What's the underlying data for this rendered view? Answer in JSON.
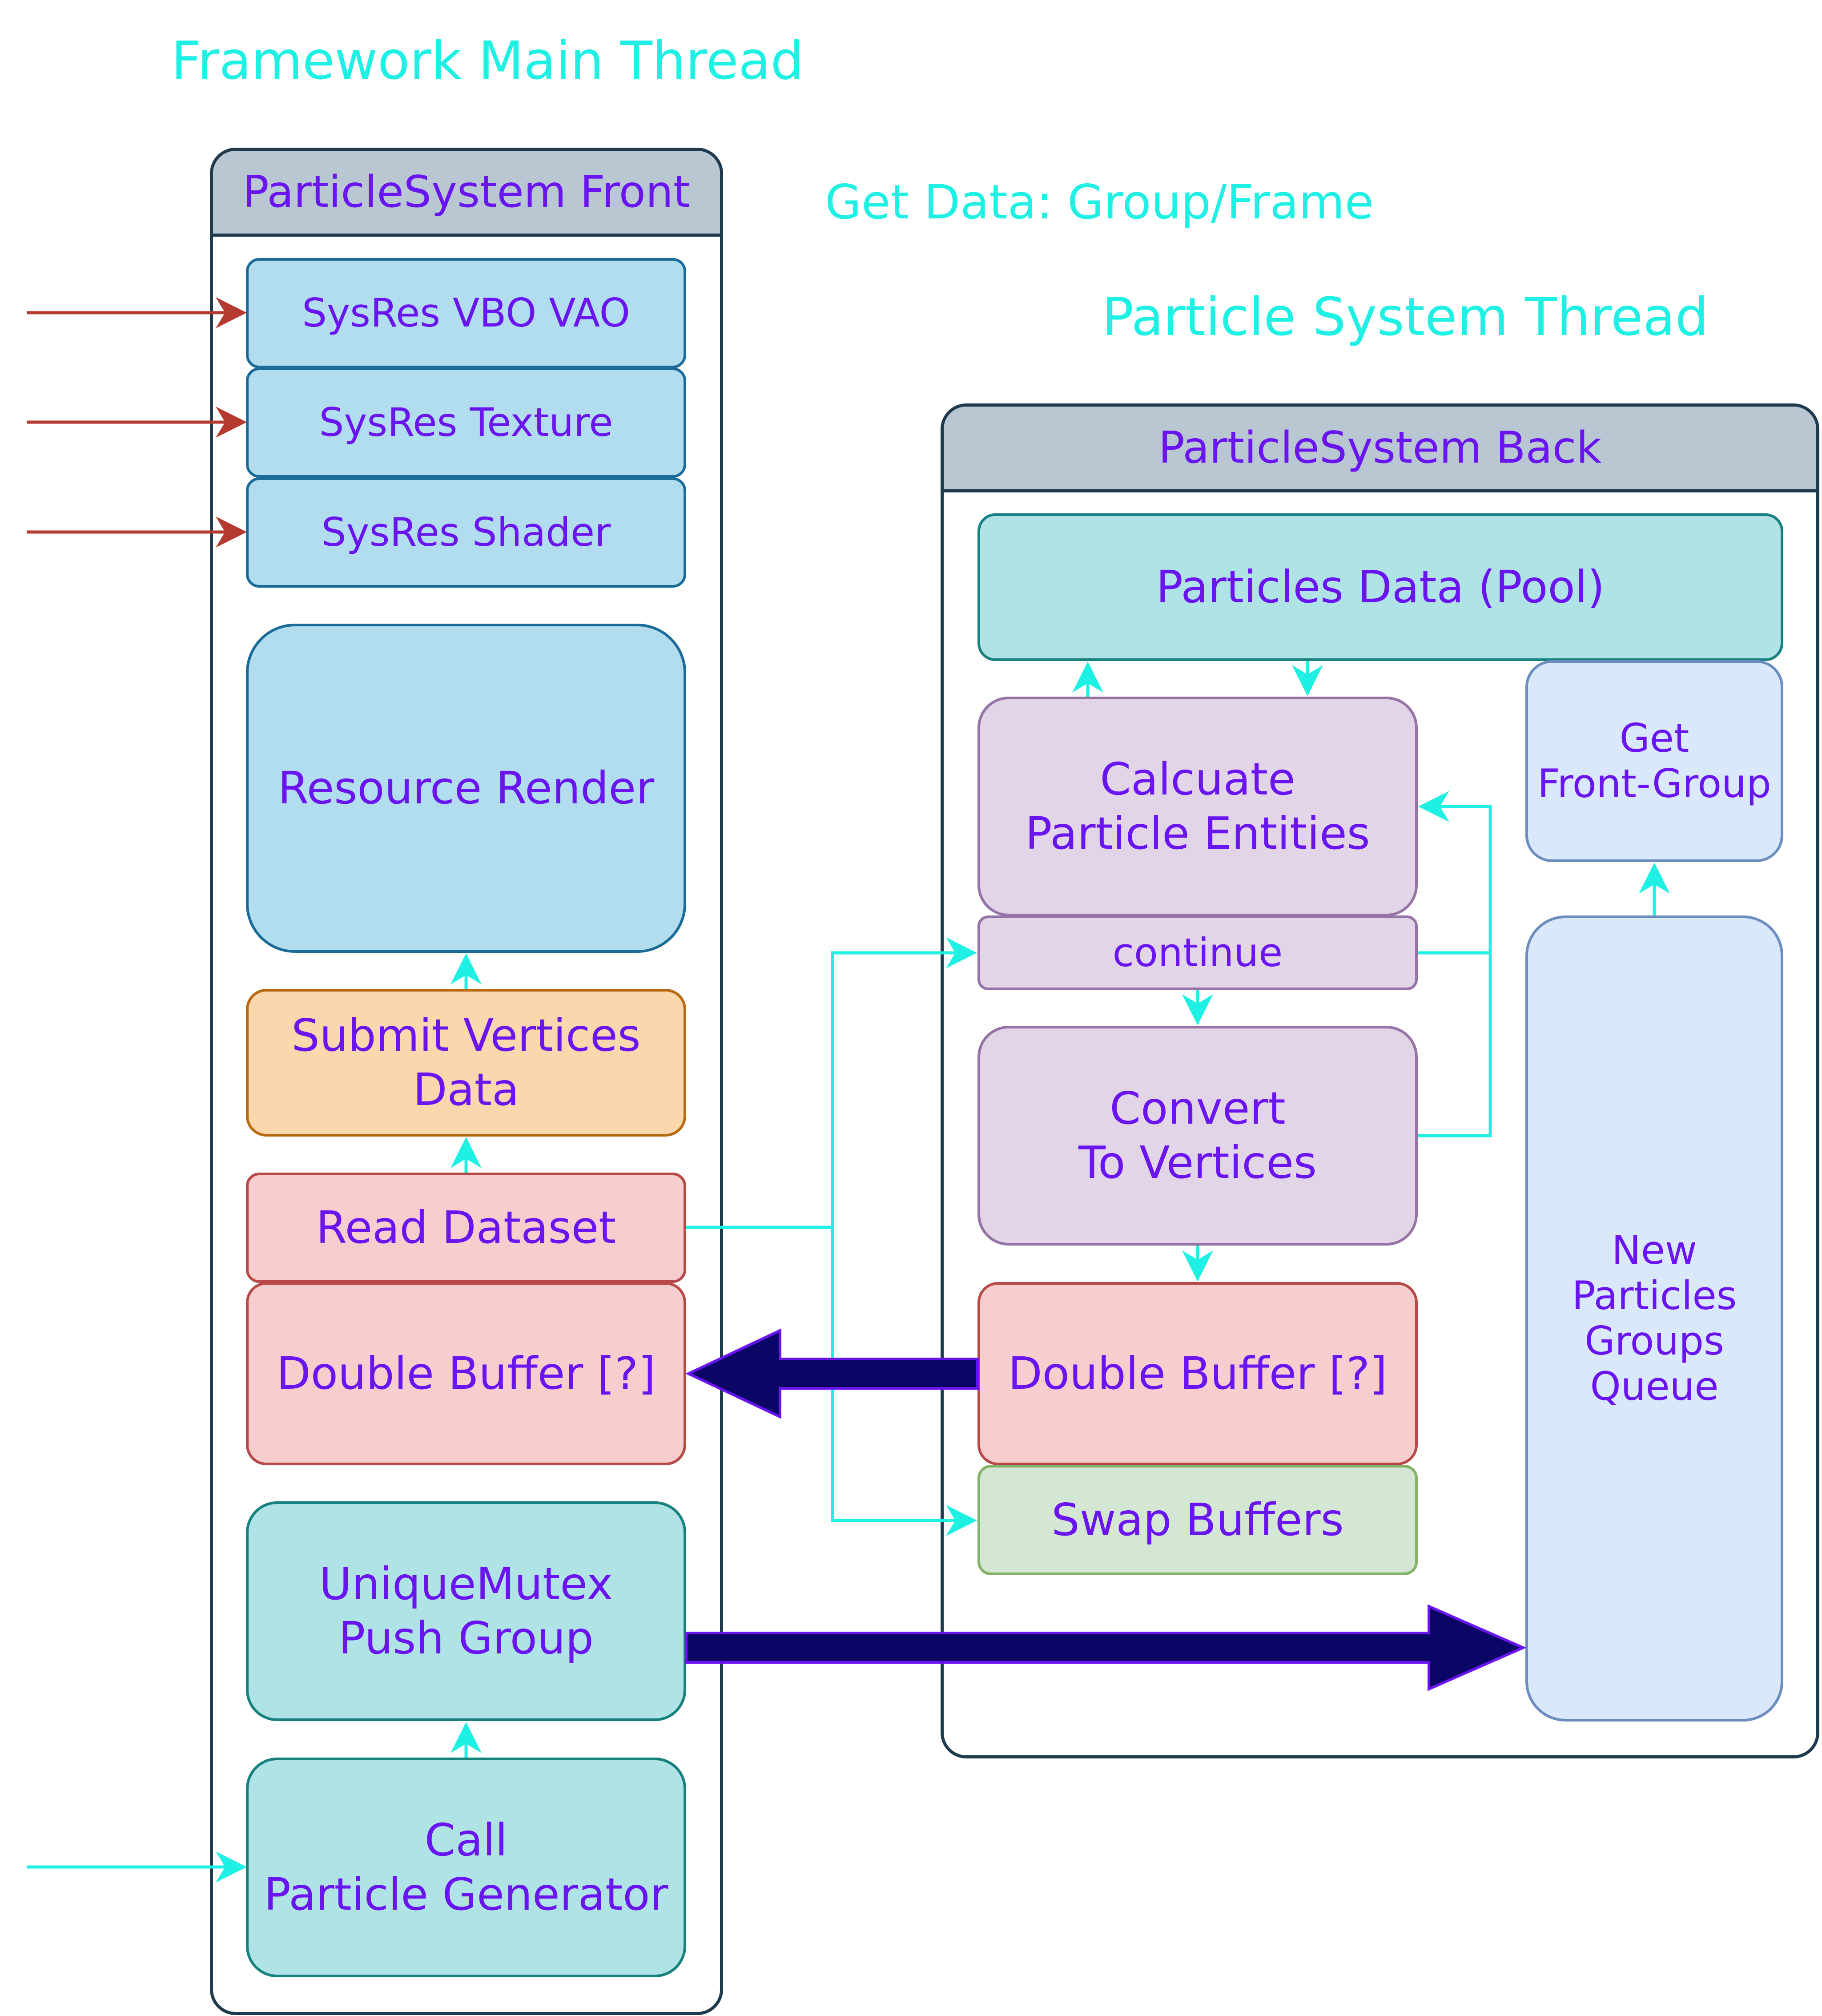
{
  "titles": {
    "main_thread": "Framework Main Thread",
    "get_data": "Get Data: Group/Frame",
    "ps_thread": "Particle System Thread"
  },
  "front": {
    "header": "ParticleSystem Front",
    "sysres_vbo": "SysRes VBO VAO",
    "sysres_texture": "SysRes Texture",
    "sysres_shader": "SysRes Shader",
    "resource_render": "Resource Render",
    "submit_vertices": "Submit Vertices\nData",
    "read_dataset": "Read Dataset",
    "double_buffer": "Double Buffer [?]",
    "unique_mutex": "UniqueMutex\nPush Group",
    "call_generator": "Call\nParticle Generator"
  },
  "back": {
    "header": "ParticleSystem Back",
    "particles_data": "Particles Data (Pool)",
    "calculate": "Calcuate\nParticle Entities",
    "continue": "continue",
    "convert": "Convert\nTo Vertices",
    "double_buffer": "Double Buffer [?]",
    "swap_buffers": "Swap Buffers",
    "get_front_group": "Get\nFront-Group",
    "queue": "New\nParticles\nGroups\nQueue"
  },
  "colors": {
    "accent_cyan": "#1ff0e4",
    "text_purple": "#6a14f0",
    "resource_arrow": "#b53a2f",
    "thick_arrow_fill": "#0b0566",
    "thick_arrow_stroke": "#6a14f0"
  }
}
